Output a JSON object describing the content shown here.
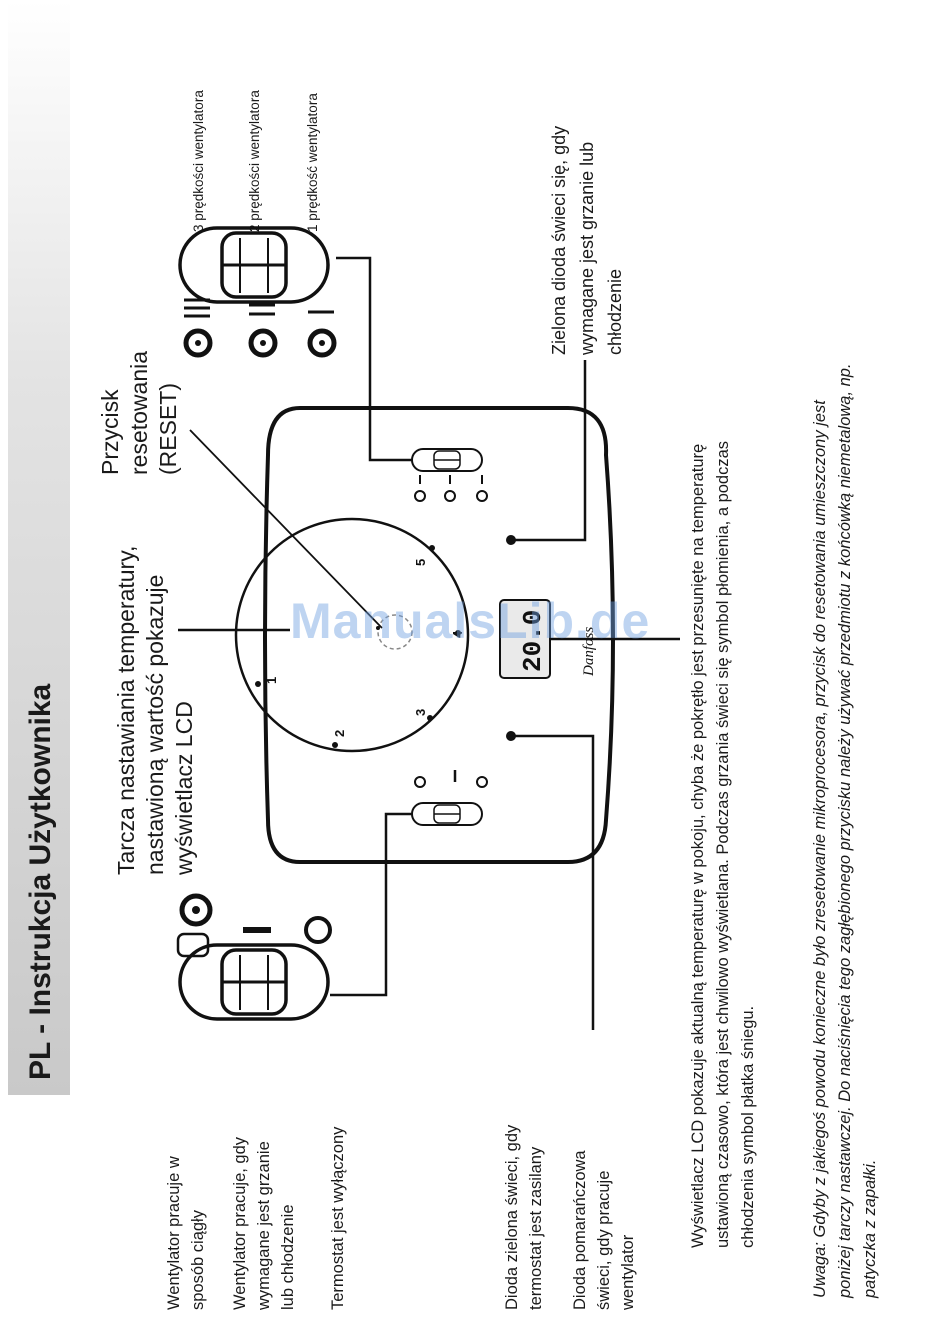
{
  "header": {
    "title": "PL - Instrukcja Użytkownika"
  },
  "left_labels": {
    "fan_continuous": [
      "Wentylator pracuje w",
      "sposób ciągły"
    ],
    "fan_on_demand": [
      "Wentylator pracuje, gdy",
      "wymagane jest grzanie",
      "lub chłodzenie"
    ],
    "thermostat_off": [
      "Termostat jest wyłączony"
    ],
    "green_led_power": [
      "Dioda zielona świeci, gdy",
      "termostat jest zasilany"
    ],
    "orange_led_fan": [
      "Dioda pomarańczowa",
      "świeci, gdy pracuje",
      "wentylator"
    ]
  },
  "callouts": {
    "dial": [
      "Tarcza nastawiania temperatury,",
      "nastawioną wartość pokazuje",
      "wyświetlacz LCD"
    ],
    "reset": [
      "Przycisk",
      "resetowania",
      "(RESET)"
    ],
    "green_led_heat_cool": [
      "Zielona dioda świeci się, gdy",
      "wymagane jest grzanie lub",
      "chłodzenie"
    ]
  },
  "fan_speeds": {
    "speed3": "3 prędkości wentylatora",
    "speed2": "2 prędkości wentylatora",
    "speed1": "1 prędkość wentylatora"
  },
  "dial_numbers": [
    "1",
    "2",
    "3",
    "4",
    "5"
  ],
  "display": {
    "value": "20.0",
    "logo": "Danfoss"
  },
  "lcd_description": [
    "Wyświetlacz LCD pokazuje aktualną temperaturę w pokoju, chyba że pokrętło jest przesunięte na temperaturę",
    "ustawioną czasowo, która jest chwilowo wyświetlana. Podczas grzania świeci się symbol płomienia, a podczas",
    "chłodzenia symbol płatka śniegu."
  ],
  "note": [
    "Uwaga: Gdyby z jakiegoś powodu konieczne było zresetowanie mikroprocesora, przycisk do resetowania umieszczony jest",
    "poniżej tarczy nastawczej. Do naciśnięcia tego zagłębionego przycisku należy używać przedmiotu z końcówką niemetalową, np.",
    "patyczka z zapałki."
  ],
  "watermark": "ManualsLib.de"
}
